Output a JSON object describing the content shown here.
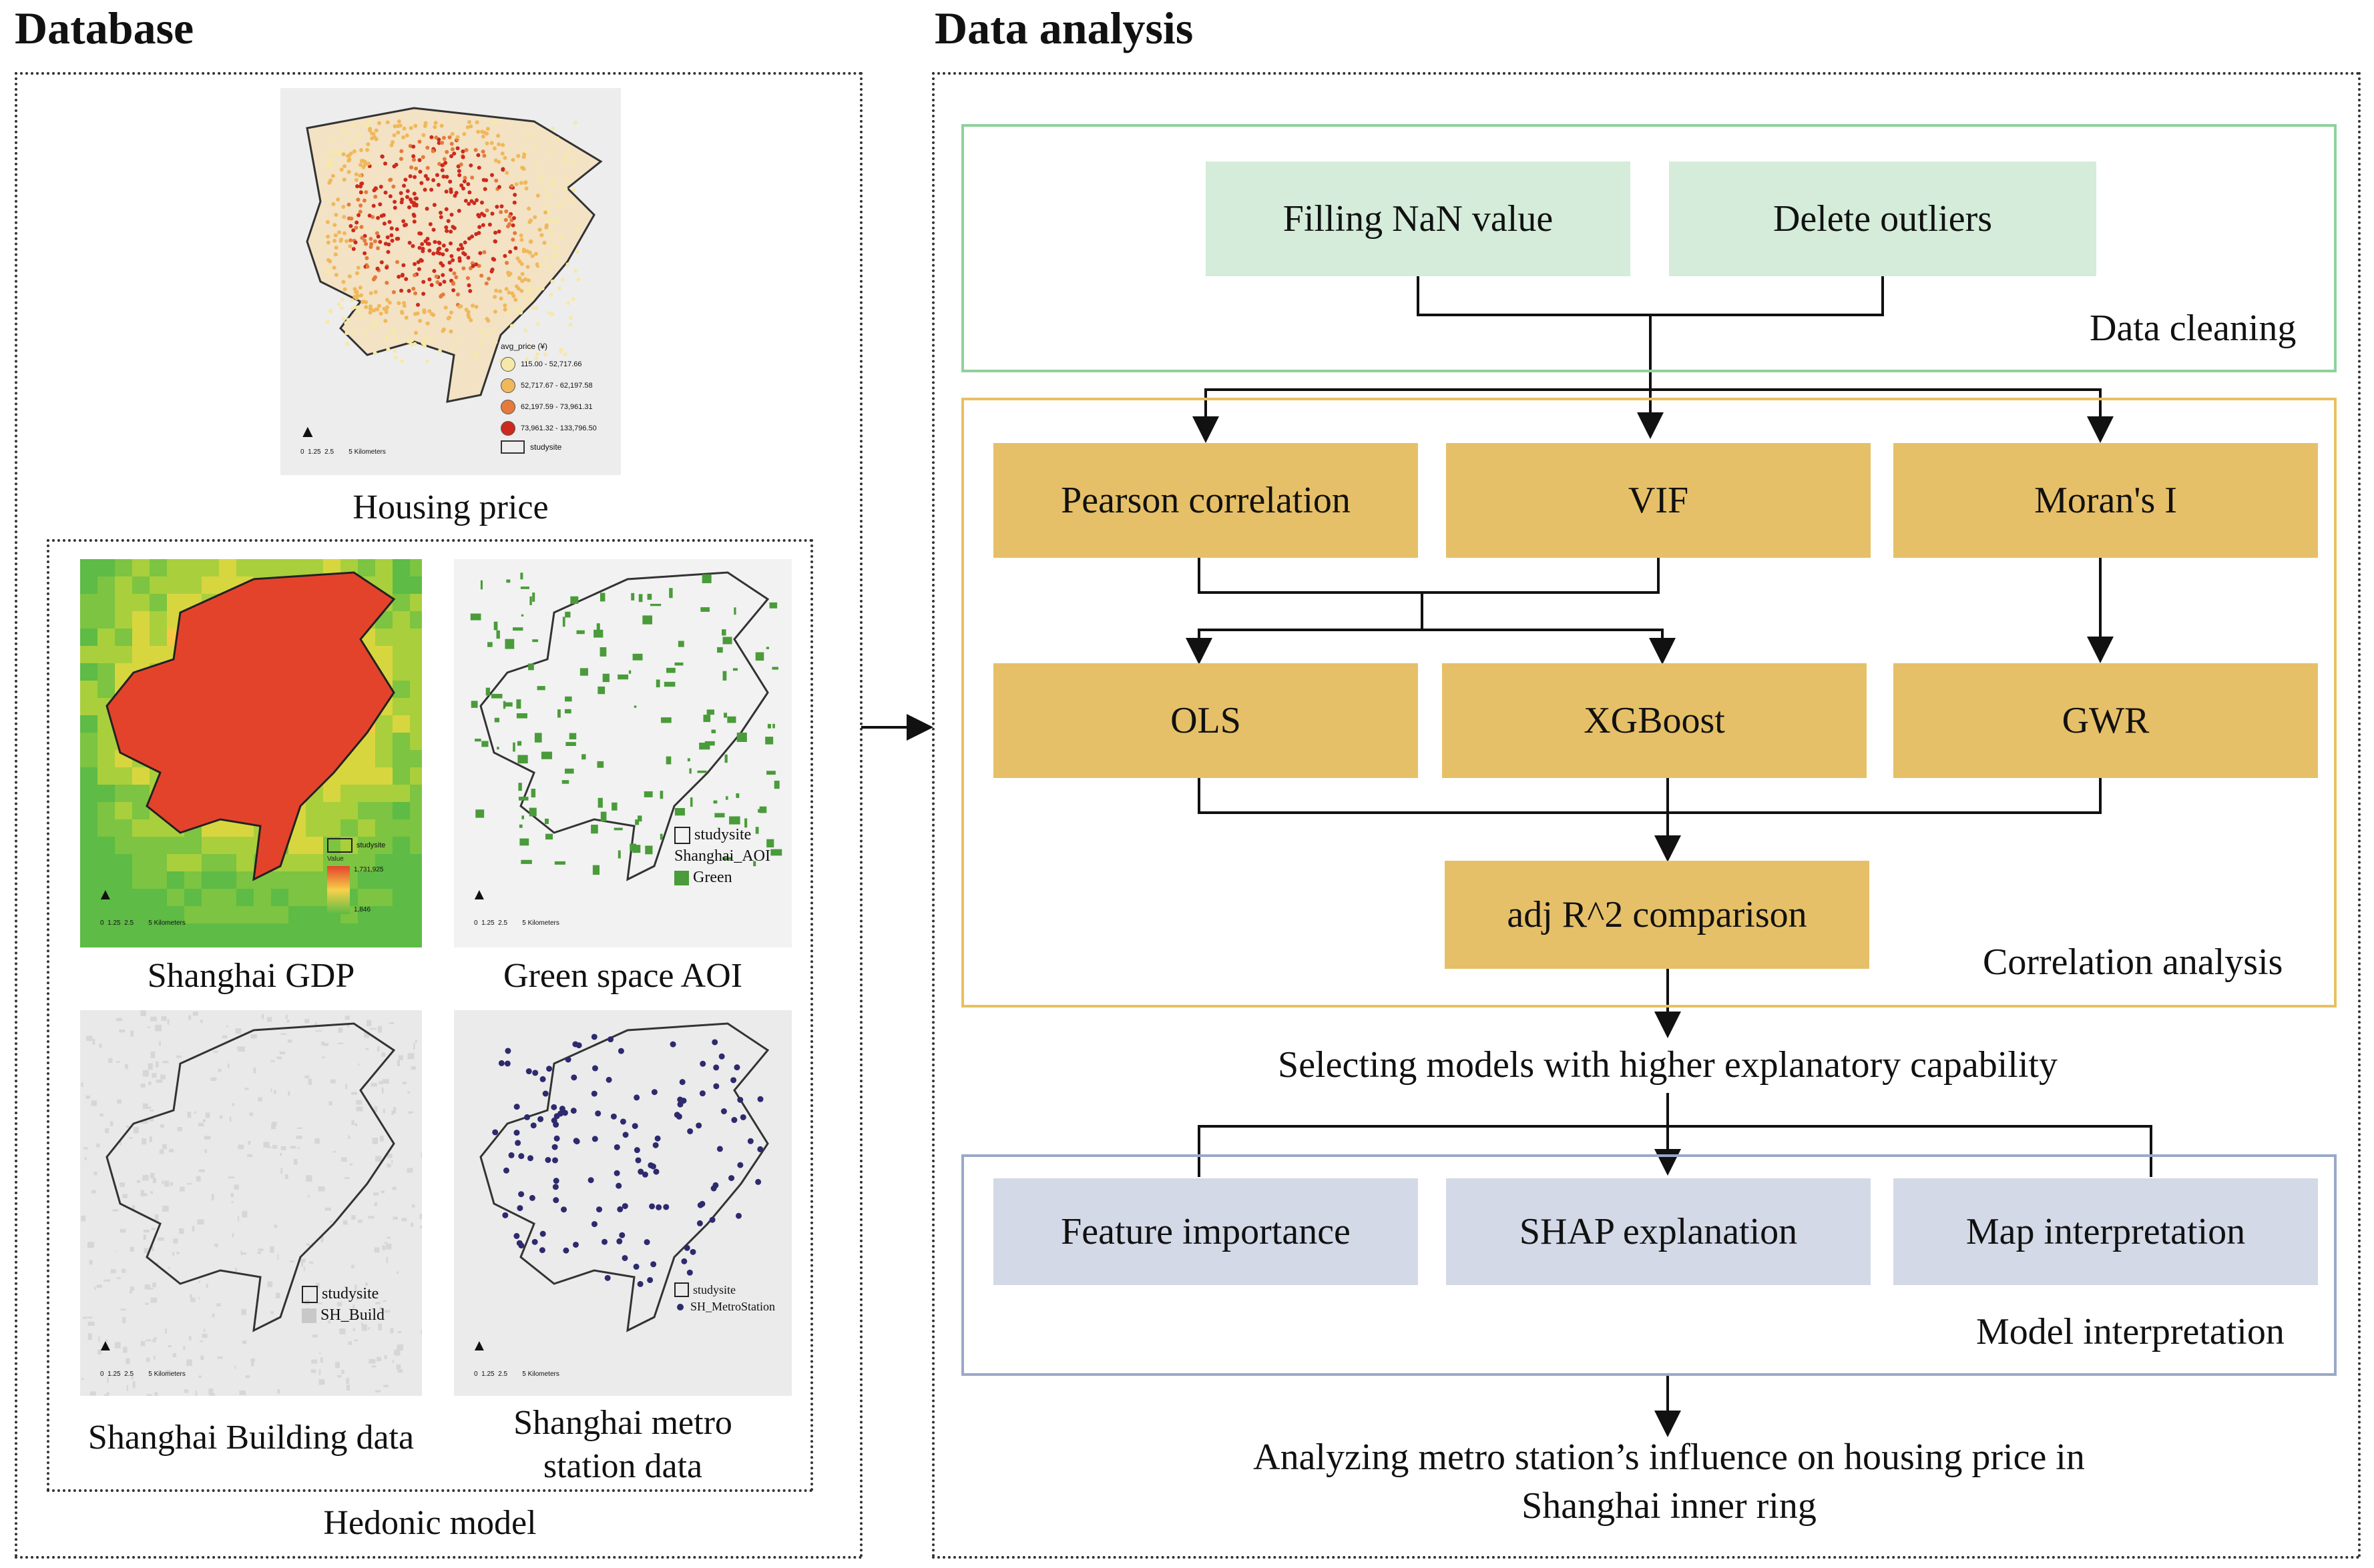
{
  "panels": {
    "database_title": "Database",
    "analysis_title": "Data analysis"
  },
  "database": {
    "housing_price": {
      "caption": "Housing price",
      "legend_title": "avg_price (¥)",
      "legend_items": [
        "115.00 - 52,717.66",
        "52,717.67 - 62,197.58",
        "62,197.59 - 73,961.31",
        "73,961.32 - 133,796.50"
      ],
      "legend_colors": [
        "#f6e9a8",
        "#f0b85a",
        "#e57a3c",
        "#cc2a1e"
      ],
      "studysite": "studysite",
      "scale": "0  1.25  2.5        5 Kilometers"
    },
    "hedonic_caption": "Hedonic model",
    "gdp": {
      "caption": "Shanghai GDP",
      "studysite": "studysite",
      "value_label": "Value",
      "high": "1,731,925",
      "low": "1,846",
      "scale": "0  1.25  2.5        5 Kilometers"
    },
    "green": {
      "caption": "Green space AOI",
      "studysite": "studysite",
      "aoi": "Shanghai_AOI",
      "green": "Green",
      "scale": "0  1.25  2.5        5 Kilometers"
    },
    "building": {
      "caption": "Shanghai Building data",
      "studysite": "studysite",
      "build": "SH_Build",
      "scale": "0  1.25  2.5        5 Kilometers"
    },
    "metro": {
      "caption_line1": "Shanghai metro",
      "caption_line2": "station data",
      "studysite": "studysite",
      "station": "SH_MetroStation",
      "scale": "0  1.25  2.5        5 Kilometers"
    }
  },
  "analysis": {
    "cleaning": {
      "label": "Data cleaning",
      "fill_nan": "Filling NaN value",
      "delete_outliers": "Delete outliers",
      "color": "#8fd19b"
    },
    "correlation": {
      "label": "Correlation analysis",
      "pearson": "Pearson correlation",
      "vif": "VIF",
      "moran": "Moran's I",
      "ols": "OLS",
      "xgboost": "XGBoost",
      "gwr": "GWR",
      "adj_r2": "adj R^2 comparison",
      "color": "#e8c060"
    },
    "selecting": "Selecting models with higher explanatory capability",
    "interpretation": {
      "label": "Model interpretation",
      "feature_importance": "Feature importance",
      "shap": "SHAP explanation",
      "map_interp": "Map interpretation",
      "color": "#9aa8c8"
    },
    "final_line1": "Analyzing metro station’s influence on housing price in",
    "final_line2": "Shanghai inner ring"
  }
}
